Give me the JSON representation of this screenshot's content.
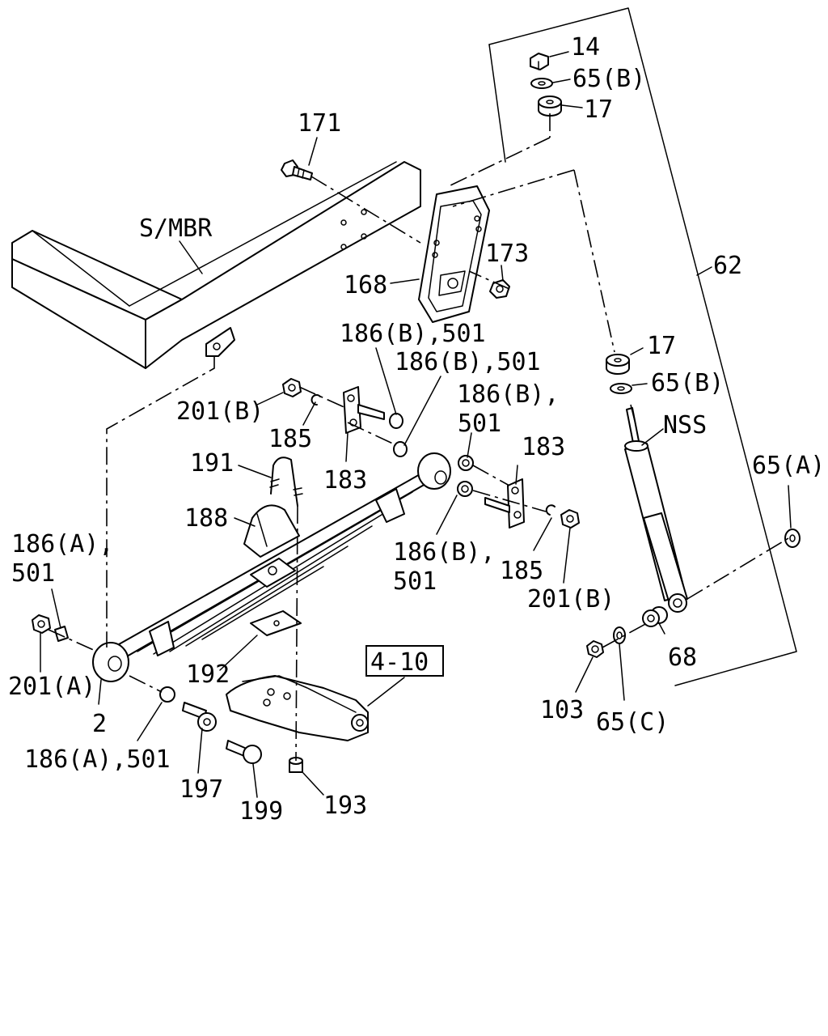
{
  "diagram": {
    "frame_label": "S/MBR",
    "ref_box": "4-10",
    "labels": {
      "p14": "14",
      "p65b_top": "65(B)",
      "p17_top": "17",
      "p171": "171",
      "p173": "173",
      "p168": "168",
      "p62": "62",
      "p186b_501_a": "186(B),501",
      "p186b_501_b": "186(B),501",
      "p186b_c1": "186(B),",
      "p501_c2": "501",
      "p17_low": "17",
      "p65b_low": "65(B)",
      "nss": "NSS",
      "p201b_left": "201(B)",
      "p185_left": "185",
      "p183_left": "183",
      "p183_right": "183",
      "p191": "191",
      "p188": "188",
      "p186a_1": "186(A),",
      "p501_left": "501",
      "p186b_d1": "186(B),",
      "p501_d2": "501",
      "p185_right": "185",
      "p201b_right": "201(B)",
      "p65a": "65(A)",
      "p201a": "201(A)",
      "p2": "2",
      "p192": "192",
      "p186a_501": "186(A),501",
      "p197": "197",
      "p199": "199",
      "p193": "193",
      "p103": "103",
      "p65c": "65(C)",
      "p68": "68"
    }
  }
}
